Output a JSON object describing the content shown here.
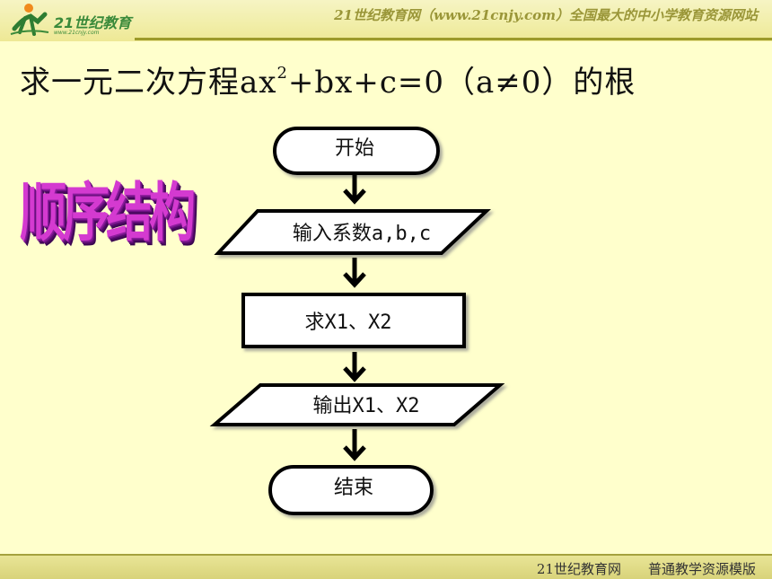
{
  "header": {
    "logo_text": "21世纪教育",
    "logo_sub": "www.21cnjy.com",
    "slogan": "21世纪教育网（www.21cnjy.com）全国最大的中小学教育资源网站"
  },
  "slide": {
    "title_part1": "求一元二次方程ax",
    "title_sup": "2",
    "title_part2": "+bx+c=0（a≠0）的根",
    "side_label": "顺序结构"
  },
  "flowchart": {
    "nodes": [
      {
        "id": "start",
        "shape": "terminator",
        "label": "开始"
      },
      {
        "id": "input",
        "shape": "parallelogram",
        "label": "输入系数a,b,c"
      },
      {
        "id": "process",
        "shape": "rectangle",
        "label": "求X1、X2"
      },
      {
        "id": "output",
        "shape": "parallelogram",
        "label": "输出X1、X2"
      },
      {
        "id": "end",
        "shape": "terminator",
        "label": "结束"
      }
    ]
  },
  "footer": {
    "text": "21世纪教育网　　普通教学资源模版"
  }
}
